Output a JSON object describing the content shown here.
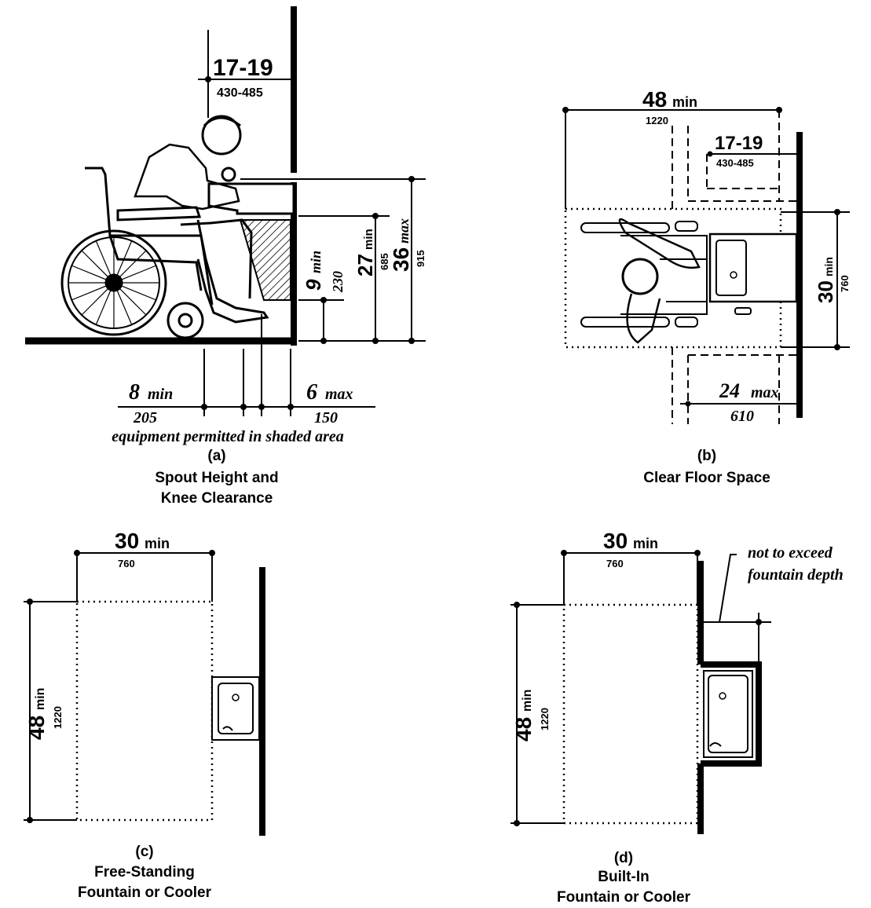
{
  "panel_a": {
    "letter": "(a)",
    "title_line1": "Spout Height and",
    "title_line2": "Knee Clearance",
    "note": "equipment permitted in shaded area",
    "dims": {
      "reach_in": "17-19",
      "reach_mm": "430-485",
      "knee_min_in": "9",
      "knee_min_unit": "min",
      "knee_min_mm": "230",
      "knee27_in": "27",
      "knee27_unit": "min",
      "knee27_mm": "685",
      "spout_in": "36",
      "spout_unit": "max",
      "spout_mm": "915",
      "toe_in": "8",
      "toe_unit": "min",
      "toe_mm": "205",
      "apron_in": "6",
      "apron_unit": "max",
      "apron_mm": "150"
    }
  },
  "panel_b": {
    "letter": "(b)",
    "title": "Clear Floor Space",
    "dims": {
      "len_in": "48",
      "len_unit": "min",
      "len_mm": "1220",
      "reach_in": "17-19",
      "reach_mm": "430-485",
      "width_in": "30",
      "width_unit": "min",
      "width_mm": "760",
      "alcove_in": "24",
      "alcove_unit": "max",
      "alcove_mm": "610"
    }
  },
  "panel_c": {
    "letter": "(c)",
    "title_line1": "Free-Standing",
    "title_line2": "Fountain or Cooler",
    "dims": {
      "width_in": "30",
      "width_unit": "min",
      "width_mm": "760",
      "len_in": "48",
      "len_unit": "min",
      "len_mm": "1220"
    }
  },
  "panel_d": {
    "letter": "(d)",
    "title_line1": "Built-In",
    "title_line2": "Fountain or Cooler",
    "note_line1": "not to exceed",
    "note_line2": "fountain depth",
    "dims": {
      "width_in": "30",
      "width_unit": "min",
      "width_mm": "760",
      "len_in": "48",
      "len_unit": "min",
      "len_mm": "1220"
    }
  }
}
